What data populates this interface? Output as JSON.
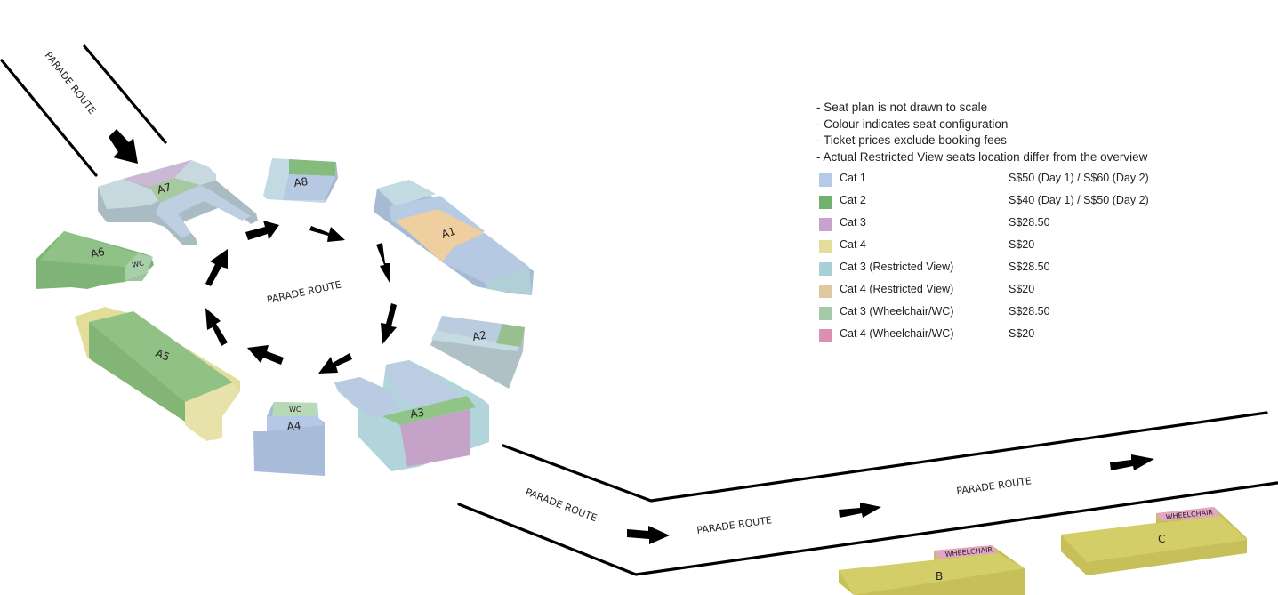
{
  "notes": [
    "- Seat plan is not drawn to scale",
    "- Colour indicates seat configuration",
    "- Ticket prices exclude booking fees",
    "- Actual Restricted View seats location differ from the overview"
  ],
  "legend": [
    {
      "name": "Cat 1",
      "price": "S$50 (Day 1) / S$60 (Day 2)",
      "color": "#b3cbe8"
    },
    {
      "name": "Cat 2",
      "price": "S$40 (Day 1) / S$50 (Day 2)",
      "color": "#72b06d"
    },
    {
      "name": "Cat 3",
      "price": "S$28.50",
      "color": "#c6a3cf"
    },
    {
      "name": "Cat 4",
      "price": "S$20",
      "color": "#e3dd9a"
    },
    {
      "name": "Cat 3 (Restricted View)",
      "price": "S$28.50",
      "color": "#a9d0d7"
    },
    {
      "name": "Cat 4 (Restricted View)",
      "price": "S$20",
      "color": "#dfc79f"
    },
    {
      "name": "Cat 3 (Wheelchair/WC)",
      "price": "S$28.50",
      "color": "#a4c9a6"
    },
    {
      "name": "Cat 4 (Wheelchair/WC)",
      "price": "S$20",
      "color": "#dd8fb0"
    }
  ],
  "map": {
    "route_labels": {
      "entry": "PARADE ROUTE",
      "loop": "PARADE ROUTE",
      "exit_diag": "PARADE ROUTE",
      "exit_mid": "PARADE ROUTE",
      "exit_right": "PARADE ROUTE"
    },
    "sections": {
      "A1": "A1",
      "A2": "A2",
      "A3": "A3",
      "A4": "A4",
      "A5": "A5",
      "A6": "A6",
      "A7": "A7",
      "A8": "A8",
      "B": "B",
      "C": "C"
    },
    "wc_labels": {
      "a6": "WC",
      "a4": "WC"
    },
    "wheelchair_labels": {
      "b": "WHEELCHAIR",
      "c": "WHEELCHAIR"
    }
  }
}
